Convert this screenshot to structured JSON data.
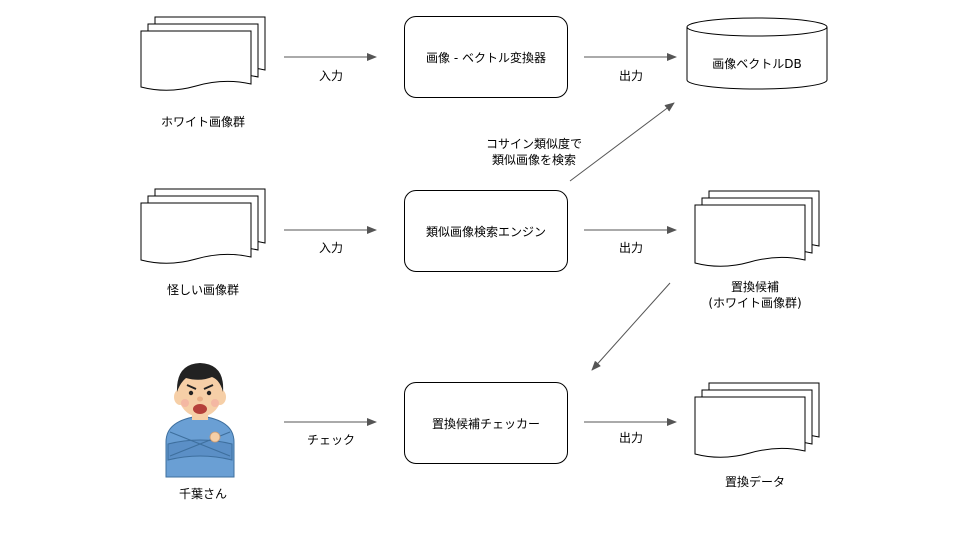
{
  "nodes": {
    "white_images": "ホワイト画像群",
    "suspicious_images": "怪しい画像群",
    "person": "千葉さん",
    "converter": "画像 - ベクトル変換器",
    "search_engine": "類似画像検索エンジン",
    "checker": "置換候補チェッカー",
    "vector_db": "画像ベクトルDB",
    "candidates_line1": "置換候補",
    "candidates_line2": "(ホワイト画像群)",
    "replaced_data": "置換データ"
  },
  "edges": {
    "input1": "入力",
    "input2": "入力",
    "check": "チェック",
    "output1": "出力",
    "output2": "出力",
    "output3": "出力",
    "search_line1": "コサイン類似度で",
    "search_line2": "類似画像を検索"
  },
  "icons": {
    "document_stack": "document-stack-icon",
    "database": "database-icon",
    "person": "person-arms-crossed-icon"
  },
  "colors": {
    "line": "#000000",
    "arrow": "#555555",
    "shirt": "#6a9fd4",
    "skin": "#f6cfa7",
    "hair": "#222222"
  }
}
